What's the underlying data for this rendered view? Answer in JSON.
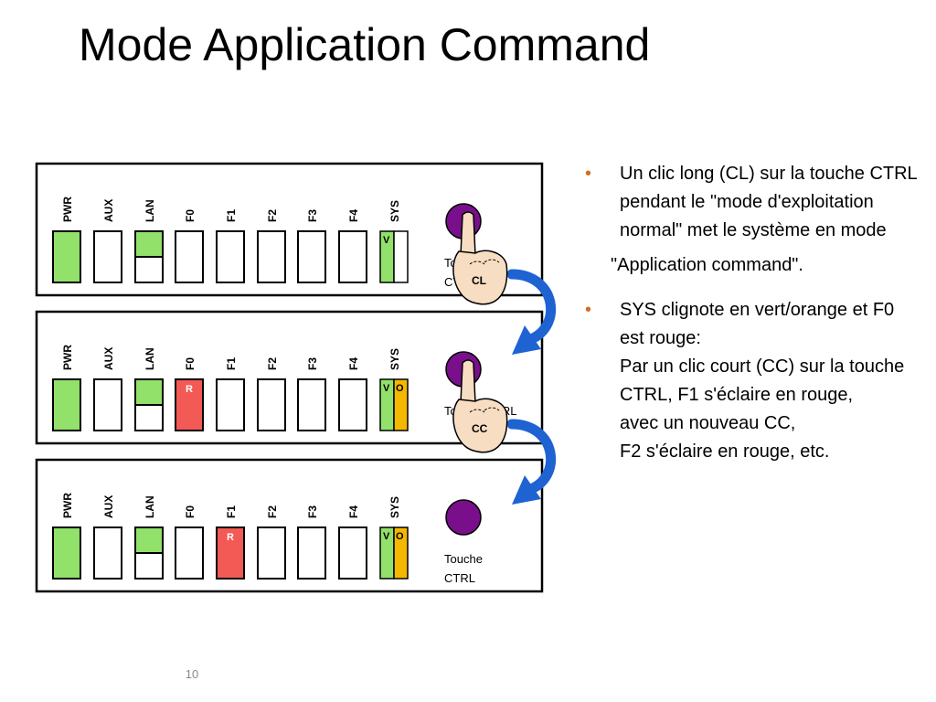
{
  "title": "Mode Application Command",
  "panel_labels": [
    "PWR",
    "AUX",
    "LAN",
    "F0",
    "F1",
    "F2",
    "F3",
    "F4",
    "SYS"
  ],
  "panels": [
    {
      "leds": {
        "PWR": "green",
        "AUX": "off",
        "LAN": "green-top",
        "F0": "off",
        "F1": "off",
        "F2": "off",
        "F3": "off",
        "F4": "off"
      },
      "sys": [
        "V"
      ],
      "red_led": null,
      "red_text": "",
      "touch_text": [
        "Touche",
        "CTRL"
      ],
      "touch_shown": false,
      "hand": true,
      "hand_label": "CL"
    },
    {
      "leds": {
        "PWR": "green",
        "AUX": "off",
        "LAN": "green-top",
        "F0": "red",
        "F1": "off",
        "F2": "off",
        "F3": "off",
        "F4": "off"
      },
      "sys": [
        "V",
        "O"
      ],
      "red_led": "F0",
      "red_text": "R",
      "touch_text": [
        "Touche CTRL"
      ],
      "touch_shown": false,
      "hand": true,
      "hand_label": "CC"
    },
    {
      "leds": {
        "PWR": "green",
        "AUX": "off",
        "LAN": "green-top",
        "F0": "off",
        "F1": "red",
        "F2": "off",
        "F3": "off",
        "F4": "off"
      },
      "sys": [
        "V",
        "O"
      ],
      "red_led": "F1",
      "red_text": "R",
      "touch_text": [
        "Touche",
        "CTRL"
      ],
      "touch_shown": true,
      "hand": false,
      "hand_label": ""
    }
  ],
  "colors": {
    "green": "#92e16a",
    "red": "#f35a55",
    "orange": "#f5b800",
    "button": "#7a0f8c",
    "arrow": "#1f63d3",
    "bullet": "#d26f26"
  },
  "bullets": [
    {
      "text": "Un clic long (CL) sur la touche CTRL pendant le \"mode d'exploitation normal\" met le système en mode",
      "sub": "\"Application command\"."
    },
    {
      "text": "SYS clignote en vert/orange et F0 est rouge:\nPar un clic court (CC) sur la touche CTRL, F1 s'éclaire en rouge,\navec un nouveau CC,\nF2 s'éclaire en rouge, etc.",
      "sub": ""
    }
  ],
  "page_number": "10"
}
